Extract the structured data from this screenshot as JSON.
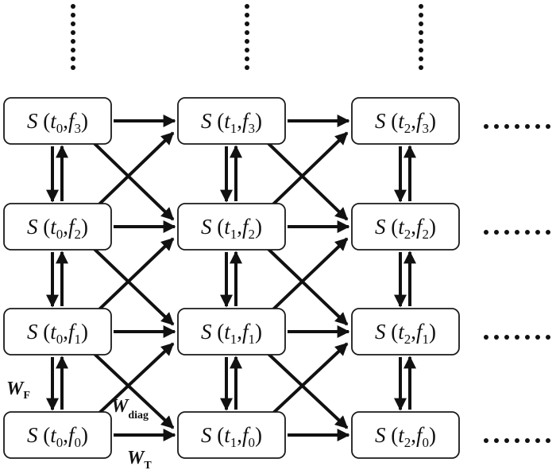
{
  "nodes": [
    {
      "id": "t0f3",
      "fn": "S",
      "t": "t",
      "t_sub": "0",
      "f": "f",
      "f_sub": "3"
    },
    {
      "id": "t1f3",
      "fn": "S",
      "t": "t",
      "t_sub": "1",
      "f": "f",
      "f_sub": "3"
    },
    {
      "id": "t2f3",
      "fn": "S",
      "t": "t",
      "t_sub": "2",
      "f": "f",
      "f_sub": "3"
    },
    {
      "id": "t0f2",
      "fn": "S",
      "t": "t",
      "t_sub": "0",
      "f": "f",
      "f_sub": "2"
    },
    {
      "id": "t1f2",
      "fn": "S",
      "t": "t",
      "t_sub": "1",
      "f": "f",
      "f_sub": "2"
    },
    {
      "id": "t2f2",
      "fn": "S",
      "t": "t",
      "t_sub": "2",
      "f": "f",
      "f_sub": "2"
    },
    {
      "id": "t0f1",
      "fn": "S",
      "t": "t",
      "t_sub": "0",
      "f": "f",
      "f_sub": "1"
    },
    {
      "id": "t1f1",
      "fn": "S",
      "t": "t",
      "t_sub": "1",
      "f": "f",
      "f_sub": "1"
    },
    {
      "id": "t2f1",
      "fn": "S",
      "t": "t",
      "t_sub": "2",
      "f": "f",
      "f_sub": "1"
    },
    {
      "id": "t0f0",
      "fn": "S",
      "t": "t",
      "t_sub": "0",
      "f": "f",
      "f_sub": "0"
    },
    {
      "id": "t1f0",
      "fn": "S",
      "t": "t",
      "t_sub": "1",
      "f": "f",
      "f_sub": "0"
    },
    {
      "id": "t2f0",
      "fn": "S",
      "t": "t",
      "t_sub": "2",
      "f": "f",
      "f_sub": "0"
    }
  ],
  "labels": {
    "wf": {
      "main": "W",
      "sub": "F"
    },
    "wdiag": {
      "main": "W",
      "sub": "diag"
    },
    "wt": {
      "main": "W",
      "sub": "T"
    }
  },
  "colors": {
    "stroke": "#111111",
    "node_border": "#1a1a1a",
    "background": "#ffffff"
  }
}
